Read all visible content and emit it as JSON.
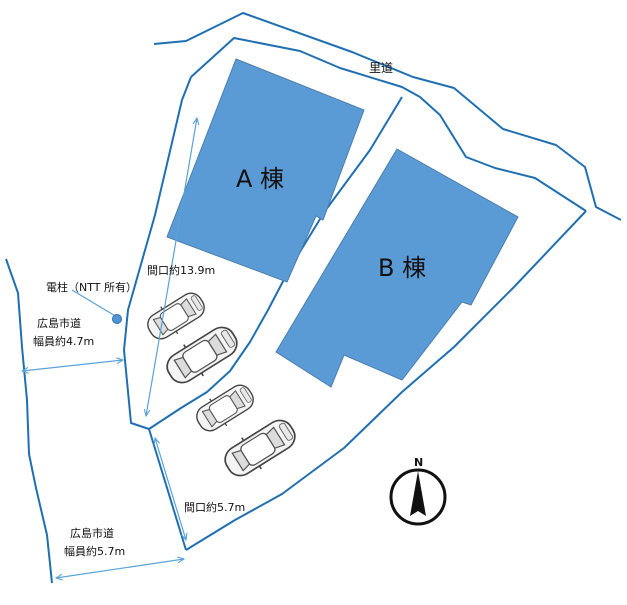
{
  "colors": {
    "boundary": "#1f6fb2",
    "building": "#5b9bd5",
    "building_stroke": "#4a7fb0",
    "dimension": "#5aa3d8",
    "text": "#111111"
  },
  "buildings": {
    "a_label": "A 棟",
    "b_label": "B 棟"
  },
  "roads": {
    "satomichi": "里道",
    "west_road_name": "広島市道",
    "west_road_width": "幅員約4.7m",
    "south_road_name": "広島市道",
    "south_road_width": "幅員約5.7m"
  },
  "frontage": {
    "north": "間口約13.9m",
    "south": "間口約5.7m"
  },
  "pole": {
    "label": "電柱（NTT 所有）"
  },
  "compass": {
    "label": "N",
    "icon": "north-arrow-icon"
  },
  "cars": {
    "count": 4,
    "icon": "car-icon"
  }
}
